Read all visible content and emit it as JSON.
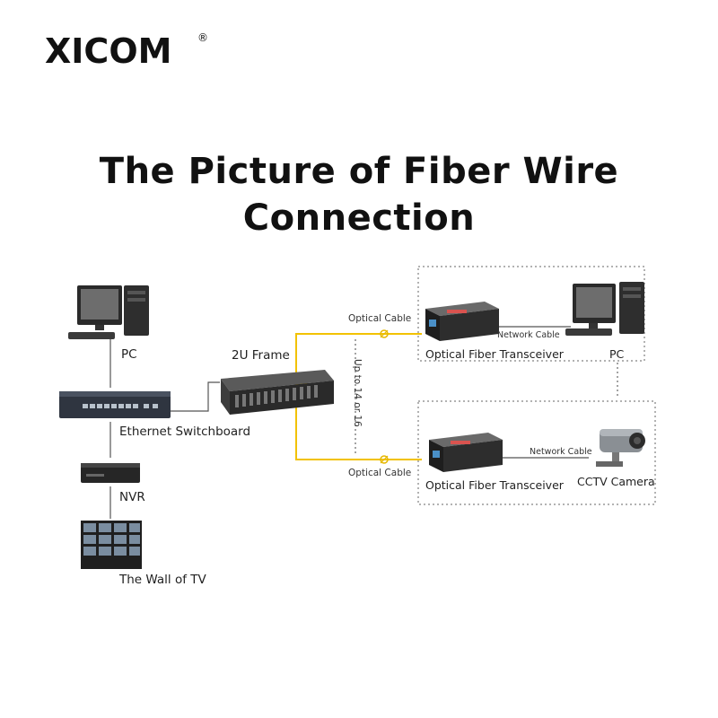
{
  "brand": {
    "logo_text": "XICOM",
    "registered_mark": "®"
  },
  "title": {
    "line1": "The Picture of Fiber Wire",
    "line2": "Connection"
  },
  "labels": {
    "pc_left": "PC",
    "ethernet_switch": "Ethernet Switchboard",
    "nvr": "NVR",
    "tv_wall": "The Wall of TV",
    "frame": "2U Frame",
    "optical_cable_top": "Optical Cable",
    "optical_cable_bottom": "Optical Cable",
    "upto": "Up to 14 or 16",
    "transceiver_top": "Optical Fiber Transceiver",
    "transceiver_bottom": "Optical Fiber Transceiver",
    "network_cable_top": "Network Cable",
    "network_cable_bottom": "Network Cable",
    "pc_right": "PC",
    "cctv": "CCTV Camera"
  },
  "colors": {
    "optical_cable": "#f2c200",
    "connector": "#e6b800",
    "device_dark": "#2c2c2c",
    "line": "#555555"
  },
  "icons": [
    "computer-icon",
    "network-switch-icon",
    "nvr-icon",
    "tv-wall-icon",
    "rack-frame-icon",
    "transceiver-icon",
    "cctv-camera-icon"
  ]
}
